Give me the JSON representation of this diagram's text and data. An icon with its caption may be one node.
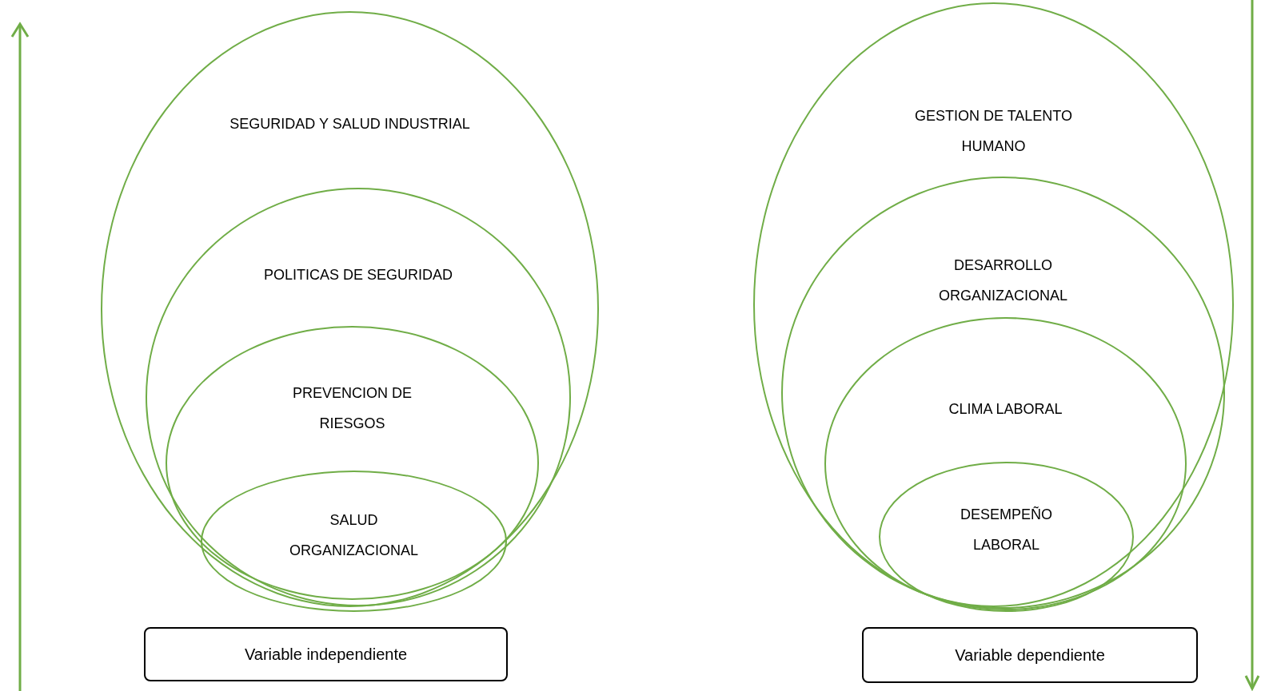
{
  "diagram": {
    "nodes": [
      {
        "text": [
          "SEGURIDAD Y SALUD INDUSTRIAL"
        ]
      },
      {
        "text": [
          "POLITICAS DE SEGURIDAD"
        ],
        "in": 0
      },
      {
        "text": [
          "PREVENCION DE RIESGOS"
        ],
        "in": 1
      },
      {
        "text": [
          "SALUD ORGANIZACIONAL"
        ],
        "in": 2
      },
      {
        "text": [
          "Variable independiente"
        ]
      },
      {
        "text": [
          "GESTION DE TALENTO HUMANO"
        ]
      },
      {
        "text": [
          "DESARROLLO ORGANIZACIONAL"
        ],
        "in": 5
      },
      {
        "text": [
          "CLIMA LABORAL"
        ],
        "in": 6
      },
      {
        "text": [
          "DESEMPEÑO LABORAL"
        ],
        "in": 7
      },
      {
        "text": [
          "Variable dependiente"
        ]
      }
    ],
    "edges": []
  }
}
